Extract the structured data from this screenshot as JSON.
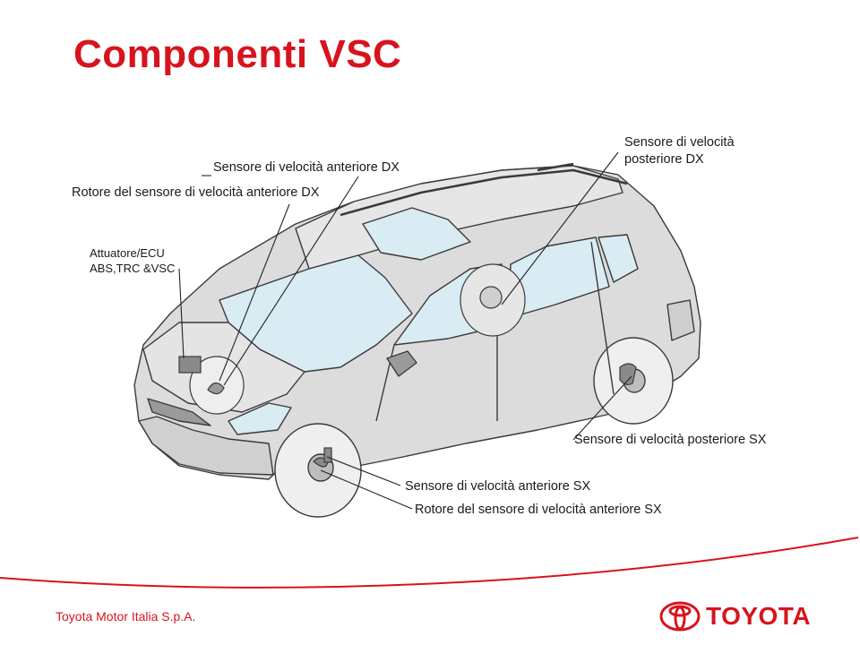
{
  "slide": {
    "title": "Componenti VSC",
    "footer_company": "Toyota Motor Italia S.p.A.",
    "logo_text": "TOYOTA"
  },
  "labels": {
    "front_right_sensor": "Sensore di velocità anteriore DX",
    "front_right_rotor": "Rotore del sensore di velocità anteriore DX",
    "actuator_line1": "Attuatore/ECU",
    "actuator_line2": "ABS,TRC &VSC",
    "rear_right_sensor_line1": "Sensore di velocità",
    "rear_right_sensor_line2": "posteriore DX",
    "rear_left_sensor": "Sensore di velocità posteriore SX",
    "front_left_sensor": "Sensore di velocità anteriore SX",
    "front_left_rotor": "Rotore del sensore di velocità anteriore SX"
  },
  "colors": {
    "brand_red": "#d7141e",
    "car_body": "#dcdcdc",
    "glass": "#d9ebf3",
    "outline": "#3a3a3a"
  }
}
